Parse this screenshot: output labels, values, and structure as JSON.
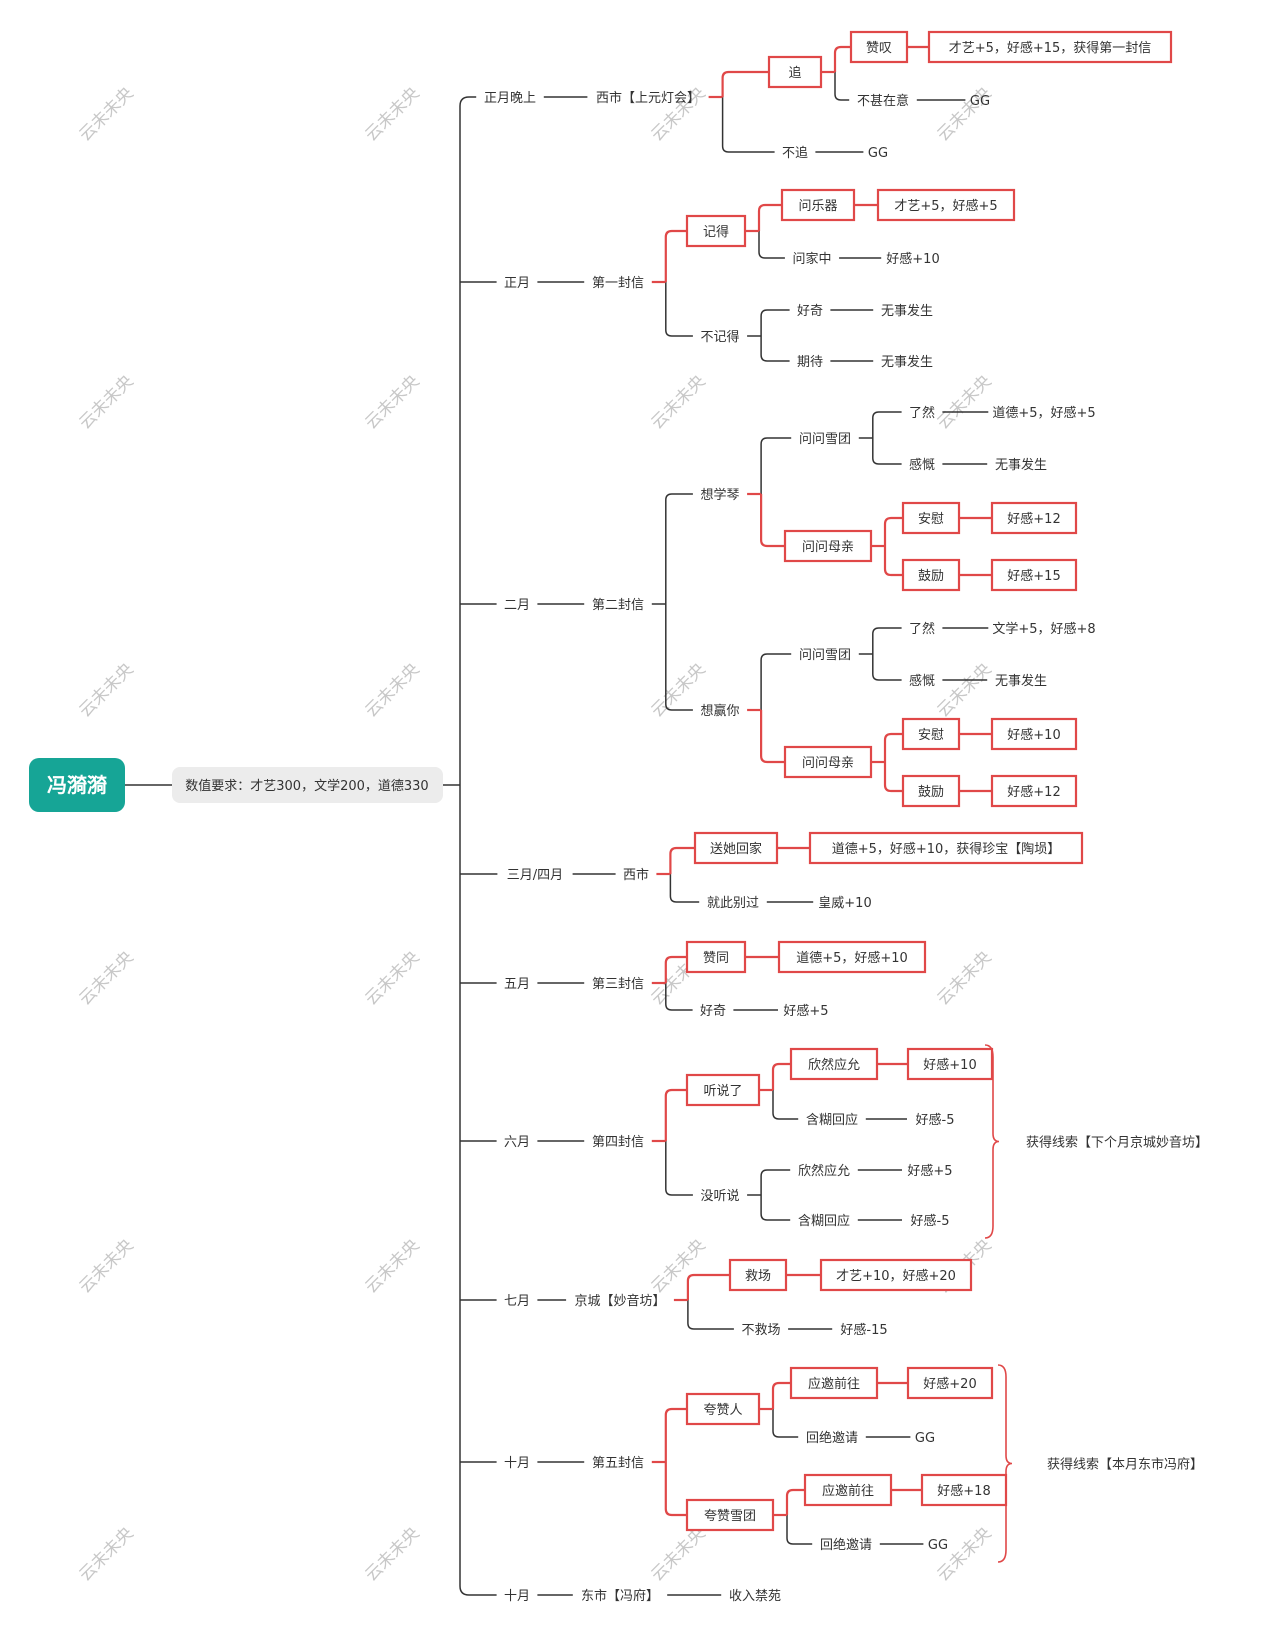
{
  "root": {
    "label": "冯漪漪",
    "color": "#16a596"
  },
  "requirement": "数值要求：才艺300，文学200，道德330",
  "colors": {
    "highlight": "#e04848",
    "line": "#333333",
    "highlight_line": "#e04848"
  },
  "watermark": "云未未央",
  "nodes": {
    "m1": "正月晚上",
    "m1a": "西市【上元灯会】",
    "m1a1": "追",
    "m1a1a": "赞叹",
    "m1a1a_r": "才艺+5，好感+15，获得第一封信",
    "m1a1b": "不甚在意",
    "m1a1b_r": "GG",
    "m1a2": "不追",
    "m1a2_r": "GG",
    "m2": "正月",
    "m2a": "第一封信",
    "m2a1": "记得",
    "m2a1a": "问乐器",
    "m2a1a_r": "才艺+5，好感+5",
    "m2a1b": "问家中",
    "m2a1b_r": "好感+10",
    "m2a2": "不记得",
    "m2a2a": "好奇",
    "m2a2a_r": "无事发生",
    "m2a2b": "期待",
    "m2a2b_r": "无事发生",
    "m3": "二月",
    "m3a": "第二封信",
    "m3a1": "想学琴",
    "m3a1a": "问问雪团",
    "m3a1a1": "了然",
    "m3a1a1_r": "道德+5，好感+5",
    "m3a1a2": "感慨",
    "m3a1a2_r": "无事发生",
    "m3a1b": "问问母亲",
    "m3a1b1": "安慰",
    "m3a1b1_r": "好感+12",
    "m3a1b2": "鼓励",
    "m3a1b2_r": "好感+15",
    "m3a2": "想赢你",
    "m3a2a": "问问雪团",
    "m3a2a1": "了然",
    "m3a2a1_r": "文学+5，好感+8",
    "m3a2a2": "感慨",
    "m3a2a2_r": "无事发生",
    "m3a2b": "问问母亲",
    "m3a2b1": "安慰",
    "m3a2b1_r": "好感+10",
    "m3a2b2": "鼓励",
    "m3a2b2_r": "好感+12",
    "m4": "三月/四月",
    "m4a": "西市",
    "m4a1": "送她回家",
    "m4a1_r": "道德+5，好感+10，获得珍宝【陶埙】",
    "m4a2": "就此别过",
    "m4a2_r": "皇威+10",
    "m5": "五月",
    "m5a": "第三封信",
    "m5a1": "赞同",
    "m5a1_r": "道德+5，好感+10",
    "m5a2": "好奇",
    "m5a2_r": "好感+5",
    "m6": "六月",
    "m6a": "第四封信",
    "m6a1": "听说了",
    "m6a1a": "欣然应允",
    "m6a1a_r": "好感+10",
    "m6a1b": "含糊回应",
    "m6a1b_r": "好感-5",
    "m6a2": "没听说",
    "m6a2a": "欣然应允",
    "m6a2a_r": "好感+5",
    "m6a2b": "含糊回应",
    "m6a2b_r": "好感-5",
    "m6_note": "获得线索【下个月京城妙音坊】",
    "m7": "七月",
    "m7a": "京城【妙音坊】",
    "m7a1": "救场",
    "m7a1_r": "才艺+10，好感+20",
    "m7a2": "不救场",
    "m7a2_r": "好感-15",
    "m8": "十月",
    "m8a": "第五封信",
    "m8a1": "夸赞人",
    "m8a1a": "应邀前往",
    "m8a1a_r": "好感+20",
    "m8a1b": "回绝邀请",
    "m8a1b_r": "GG",
    "m8a2": "夸赞雪团",
    "m8a2a": "应邀前往",
    "m8a2a_r": "好感+18",
    "m8a2b": "回绝邀请",
    "m8a2b_r": "GG",
    "m8_note": "获得线索【本月东市冯府】",
    "m9": "十月",
    "m9a": "东市【冯府】",
    "m9a_r": "收入禁苑"
  }
}
